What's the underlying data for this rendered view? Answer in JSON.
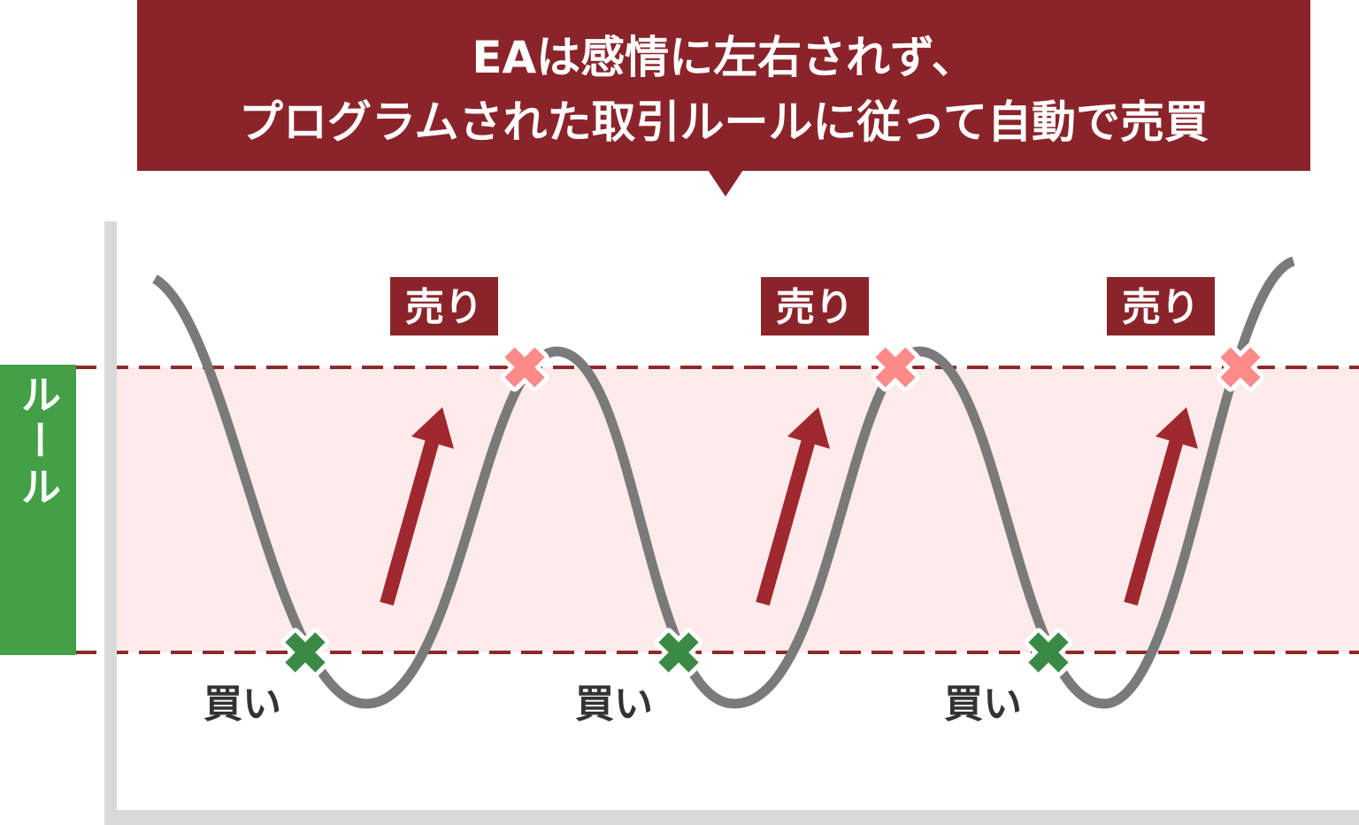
{
  "title_lines": [
    "EAは感情に左右されず、",
    "プログラムされた取引ルールに従って自動で売買"
  ],
  "rule_label": "ルール",
  "sell_label": "売り",
  "buy_label": "買い",
  "colors": {
    "header": "#8b242a",
    "band": "#fdeaea",
    "dash": "#8b2a2a",
    "rule_box": "#43a047",
    "curve": "#7a7a7a",
    "buy_marker": "#3a8a46",
    "sell_marker": "#ff8a8a",
    "arrow": "#a0282f",
    "axis": "#d9d9d9"
  },
  "icons": {
    "buy_marker": "cross-icon",
    "sell_marker": "cross-icon",
    "arrow": "arrow-up-right-icon"
  }
}
